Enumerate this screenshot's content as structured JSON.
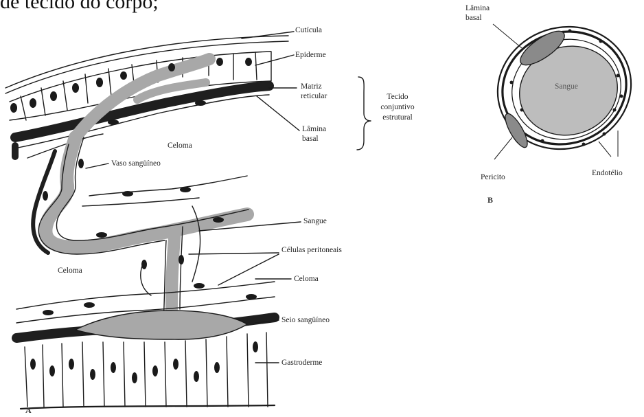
{
  "caption": "de tecido do corpo;",
  "panel_a": {
    "letter": "A",
    "labels": {
      "cuticula": "Cutícula",
      "epiderme": "Epiderme",
      "matriz_l1": "Matriz",
      "matriz_l2": "reticular",
      "lamina_l1": "Lâmina",
      "lamina_l2": "basal",
      "tecido_l1": "Tecido",
      "tecido_l2": "conjuntivo",
      "tecido_l3": "estrutural",
      "celoma_upper": "Celoma",
      "vaso": "Vaso sangüíneo",
      "sangue": "Sangue",
      "celulas": "Células peritoneais",
      "celoma_left": "Celoma",
      "celoma_right": "Celoma",
      "seio": "Seio sangüíneo",
      "gastroderme": "Gastroderme"
    }
  },
  "panel_b": {
    "letter": "B",
    "labels": {
      "lamina_l1": "Lâmina",
      "lamina_l2": "basal",
      "sangue": "Sangue",
      "pericito": "Pericito",
      "endotelio": "Endotélio"
    }
  },
  "colors": {
    "ink": "#1a1a1a",
    "blood": "#a8a8a8",
    "blood_light": "#bdbdbd",
    "matrix": "#1f1f1f",
    "paper": "#ffffff"
  }
}
